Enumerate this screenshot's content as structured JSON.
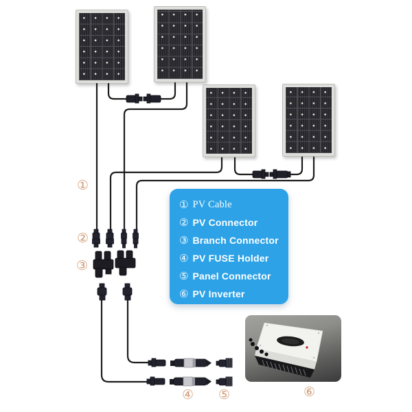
{
  "legend": {
    "bg_color": "#2da2e6",
    "text_color": "#ffffff",
    "items": [
      {
        "num": "①",
        "label": "PV Cable"
      },
      {
        "num": "②",
        "label": "PV Connector"
      },
      {
        "num": "③",
        "label": "Branch Connector"
      },
      {
        "num": "④",
        "label": "PV FUSE Holder"
      },
      {
        "num": "⑤",
        "label": "Panel Connector"
      },
      {
        "num": "⑥",
        "label": "PV Inverter"
      }
    ]
  },
  "callouts": {
    "color": "#cf9a74",
    "c1": "①",
    "c2": "②",
    "c3": "③",
    "c4": "④",
    "c5": "⑤",
    "c6": "⑥"
  },
  "components": {
    "panel_count": 4,
    "icon_names": [
      "solar-panel",
      "pv-cable",
      "pv-connector",
      "branch-connector",
      "pv-fuse-holder",
      "panel-connector",
      "pv-inverter-photo"
    ]
  },
  "colors": {
    "cable": "#1b1b1b",
    "panel_cell": "#26262b",
    "callout": "#cf9a74",
    "legend_blue": "#2da2e6",
    "background": "#ffffff"
  }
}
